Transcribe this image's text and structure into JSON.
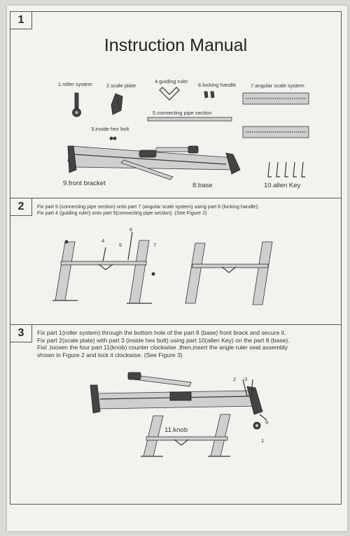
{
  "title": "Instruction Manual",
  "sections": [
    {
      "number": "1"
    },
    {
      "number": "2"
    },
    {
      "number": "3"
    }
  ],
  "parts": {
    "roller_system": "1.roller system",
    "scale_plate": "2.scale plate",
    "guiding_ruler": "4.guiding ruler",
    "locking_handle": "6.locking handle",
    "angular_scale": "7.angular scale system",
    "connecting_pipe": "5.connecting pipe section",
    "inside_hex_bolt": "3.inside hex bolt",
    "front_bracket": "9.front bracket",
    "base": "8.base",
    "allen_key": "10.allen Key"
  },
  "step2": {
    "line1": "Fix part 5 (connecting pipe section) onto part 7 (angular scale system) using part 6 (locking handle);",
    "line2": "Fix part 4 (guiding ruler) onto part 5(connecting pipe section). (See Figure 2)",
    "callouts": [
      "6",
      "4",
      "5",
      "7"
    ]
  },
  "step3": {
    "line1": "Fix part 1(roller system) through the bottom hole of the part 8 (base) front brack and secure it.",
    "line2": "Fix part 2(scale plate) with part 3 (inside hex bolt) using part 10(allen Key) on the part 8 (base).",
    "line3": "Fist ,loosen the four part 11(knob) counter clockwise ,then,insert the angle ruler seat assembly",
    "line4": "shown in Figure 2 and lock it clockwise. (See Figure 3)",
    "callouts": [
      "2",
      "3",
      "9",
      "1"
    ],
    "knob_label": "11.knob"
  }
}
